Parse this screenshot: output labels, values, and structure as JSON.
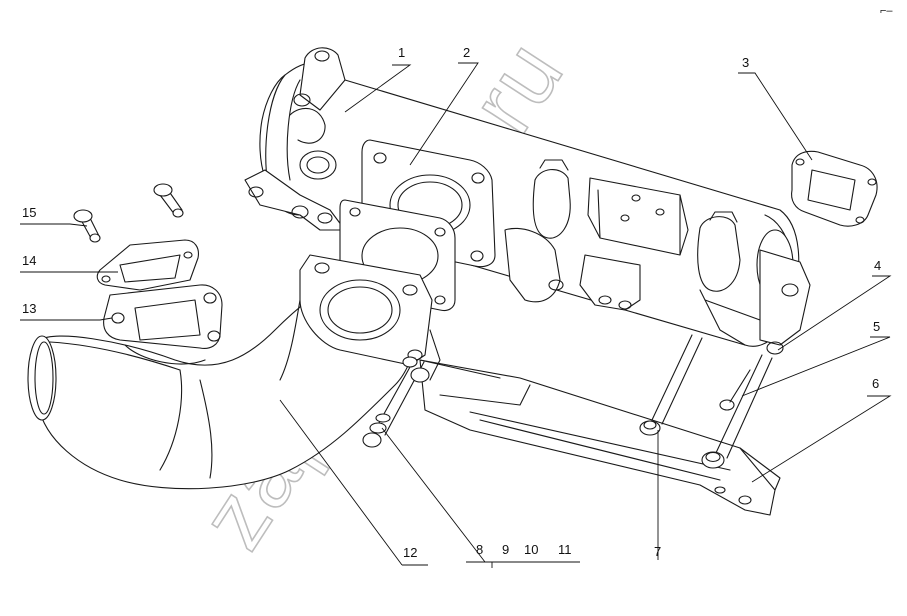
{
  "diagram": {
    "callouts": [
      {
        "id": "1",
        "label": "1"
      },
      {
        "id": "2",
        "label": "2"
      },
      {
        "id": "3",
        "label": "3"
      },
      {
        "id": "4",
        "label": "4"
      },
      {
        "id": "5",
        "label": "5"
      },
      {
        "id": "6",
        "label": "6"
      },
      {
        "id": "7",
        "label": "7"
      },
      {
        "id": "8",
        "label": "8"
      },
      {
        "id": "9",
        "label": "9"
      },
      {
        "id": "10",
        "label": "10"
      },
      {
        "id": "11",
        "label": "11"
      },
      {
        "id": "12",
        "label": "12"
      },
      {
        "id": "13",
        "label": "13"
      },
      {
        "id": "14",
        "label": "14"
      },
      {
        "id": "15",
        "label": "15"
      }
    ],
    "watermark": "zap-kamaz.ru",
    "corner_mark": "⌐–"
  }
}
